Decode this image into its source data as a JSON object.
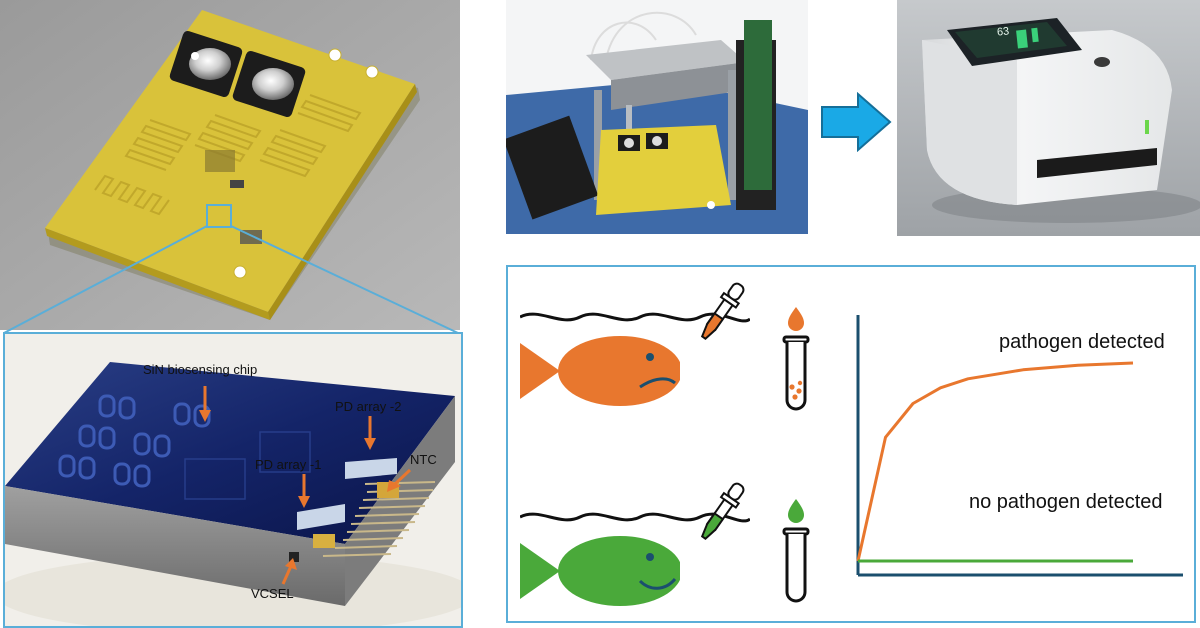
{
  "chip_labels": {
    "sin_chip": "SiN biosensing chip",
    "pd_array_2": "PD array -2",
    "pd_array_1": "PD array -1",
    "ntc": "NTC",
    "vcsel": "VCSEL"
  },
  "device_display": {
    "value": "63"
  },
  "chart_data": {
    "type": "line",
    "title": "",
    "xlabel": "",
    "ylabel": "",
    "annotations": [
      "pathogen detected",
      "no pathogen detected"
    ],
    "series": [
      {
        "name": "pathogen detected",
        "values": [
          0.0,
          0.55,
          0.7,
          0.77,
          0.81,
          0.83,
          0.85,
          0.86,
          0.87,
          0.875,
          0.88
        ]
      },
      {
        "name": "no pathogen detected",
        "values": [
          0.0,
          0.0,
          0.0,
          0.0,
          0.0,
          0.0,
          0.0,
          0.0,
          0.0,
          0.0,
          0.0
        ]
      }
    ],
    "x": [
      0,
      1,
      2,
      3,
      4,
      5,
      6,
      7,
      8,
      9,
      10
    ],
    "ylim": [
      0,
      1
    ],
    "grid": false
  },
  "colors": {
    "accent_blue": "#5aaed8",
    "pathogen_orange": "#e8772e",
    "clean_green": "#4aa93a",
    "axis_dark": "#1b4f6e"
  }
}
